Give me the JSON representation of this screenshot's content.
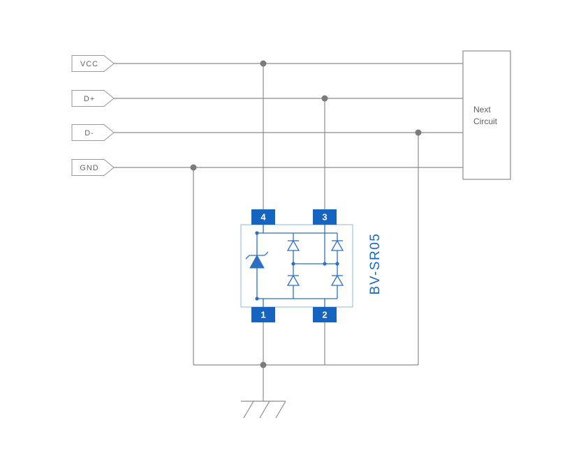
{
  "diagram": {
    "part_label": "BV-SR05",
    "nets": [
      {
        "id": "vcc",
        "label": "VCC"
      },
      {
        "id": "dplus",
        "label": "D+"
      },
      {
        "id": "dminus",
        "label": "D-"
      },
      {
        "id": "gnd",
        "label": "GND"
      }
    ],
    "next_circuit": {
      "line1": "Next",
      "line2": "Circuit"
    },
    "ic": {
      "pins": [
        {
          "number": "4",
          "position": "top-left"
        },
        {
          "number": "3",
          "position": "top-right"
        },
        {
          "number": "1",
          "position": "bottom-left"
        },
        {
          "number": "2",
          "position": "bottom-right"
        }
      ]
    },
    "colors": {
      "wire": "#8c8c8c",
      "junction_dot": "#7b7b7b",
      "pin_fill": "#1565c0",
      "schematic_blue": "#2b6fc2",
      "ic_outline": "#9dc3e6",
      "part_label_blue": "#1a6bc4",
      "net_text": "#666666"
    }
  }
}
